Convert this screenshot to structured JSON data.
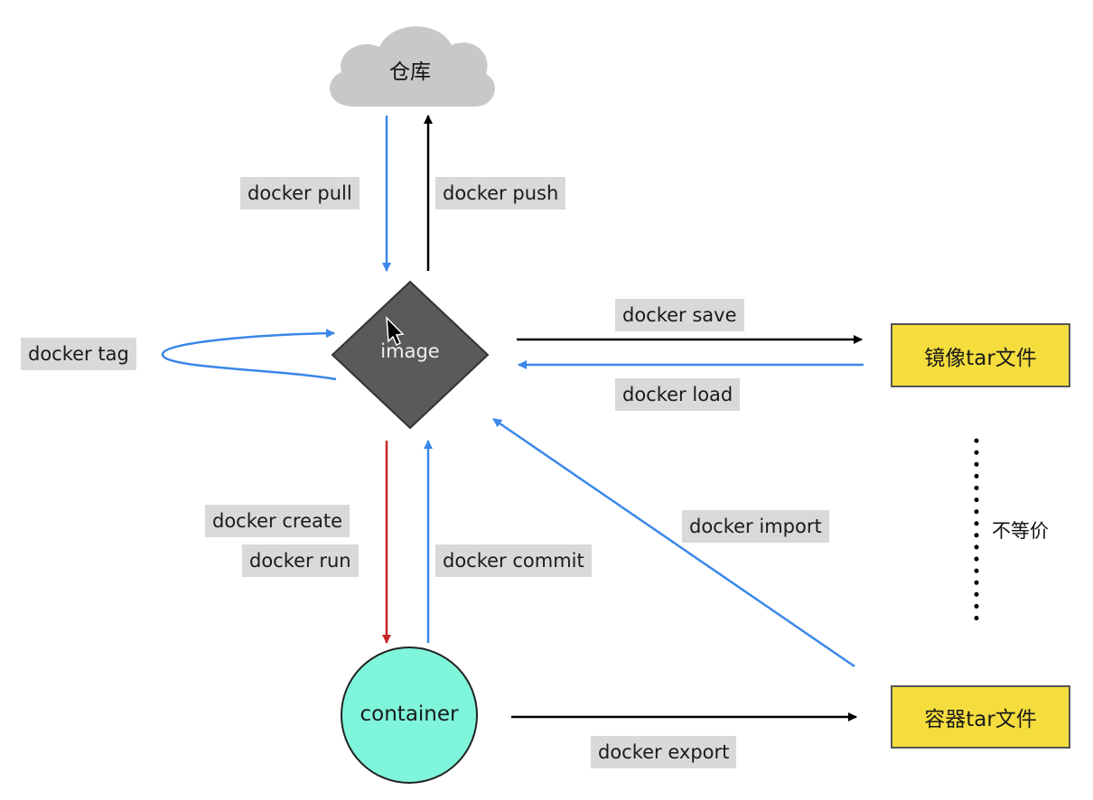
{
  "nodes": {
    "registry": "仓库",
    "image": "image",
    "container": "container",
    "image_tar": "镜像tar文件",
    "container_tar": "容器tar文件"
  },
  "edges": {
    "pull": "docker pull",
    "push": "docker push",
    "tag": "docker tag",
    "save": "docker save",
    "load": "docker load",
    "create": "docker create",
    "run": "docker run",
    "commit": "docker commit",
    "import": "docker import",
    "export": "docker export"
  },
  "note": "不等价",
  "colors": {
    "blue_arrow": "#3a87e8",
    "black_arrow": "#000000",
    "red_arrow": "#c62828",
    "cloud": "#c8c8c8",
    "image_diamond": "#5a5a5a",
    "container_circle": "#7ff5dc",
    "tar_box": "#f5dd3d",
    "label_bg": "#d9d9d9"
  }
}
